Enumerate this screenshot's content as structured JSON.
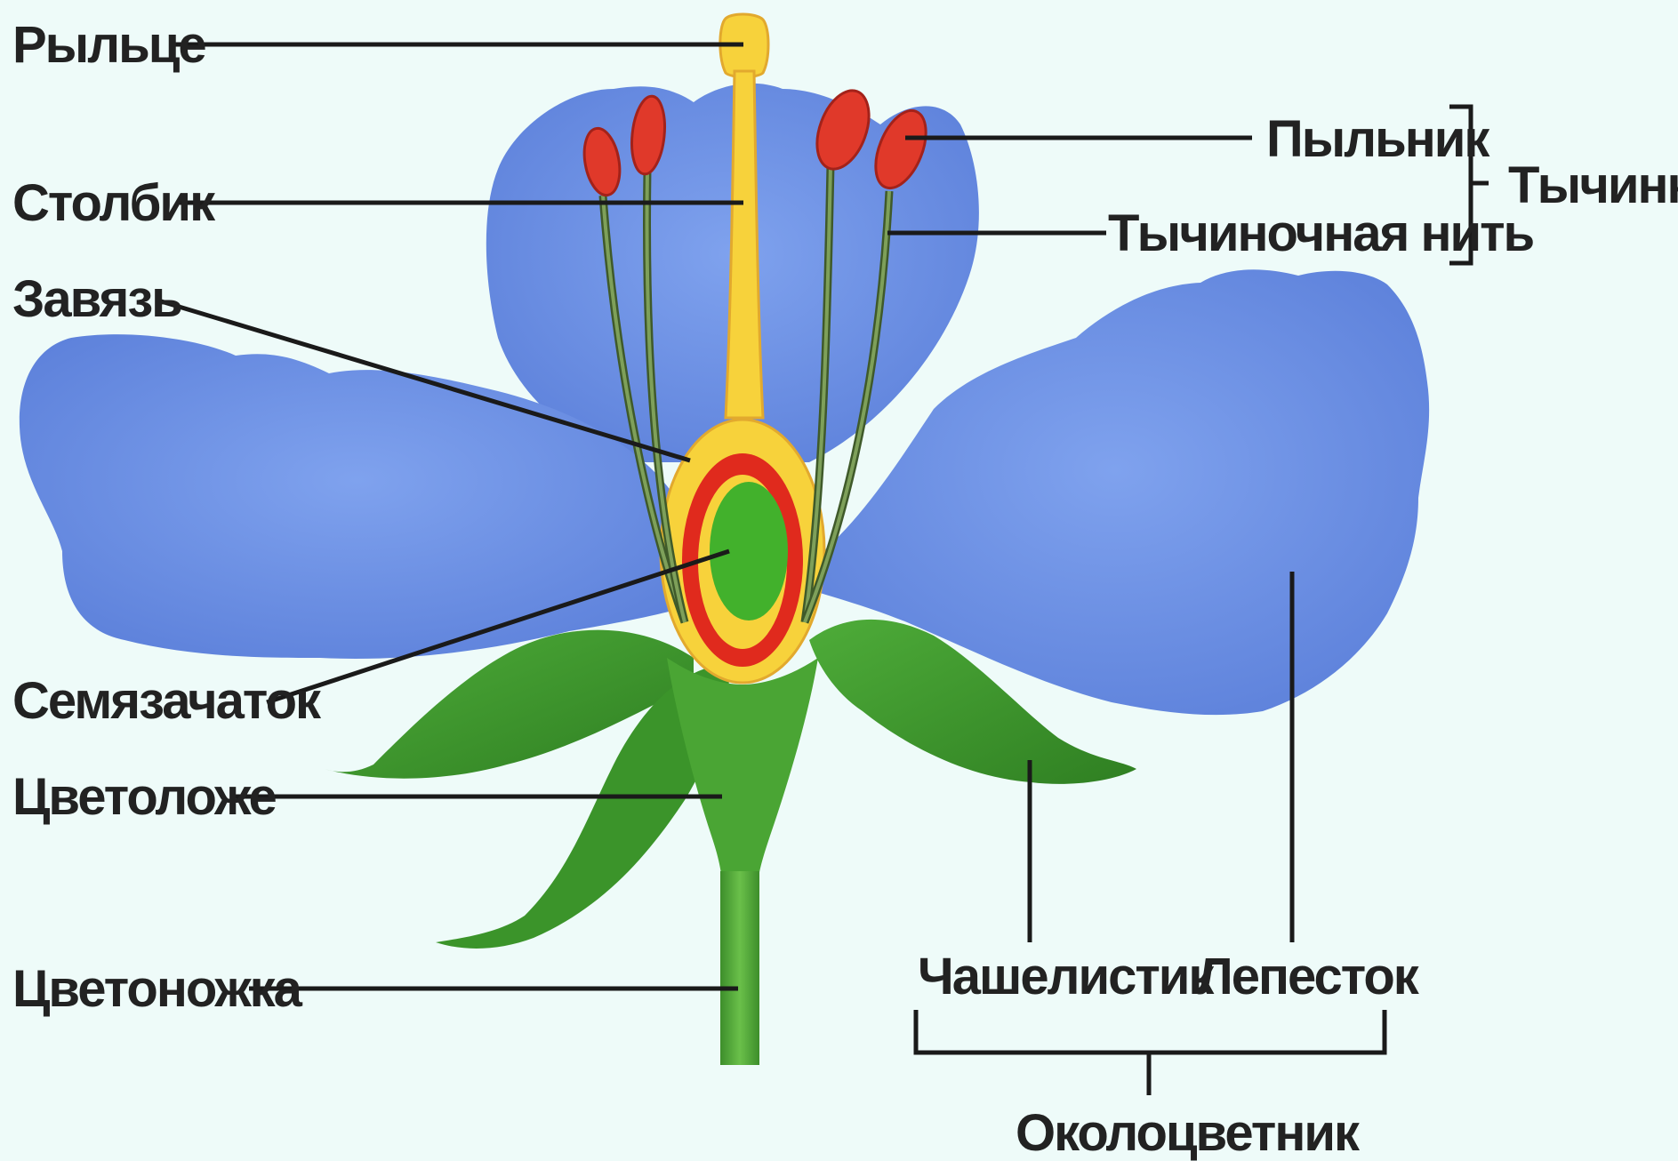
{
  "labels": {
    "stigma": "Рыльце",
    "style": "Столбик",
    "ovary": "Завязь",
    "ovule": "Семязачаток",
    "receptacle": "Цветоложе",
    "pedicel": "Цветоножка",
    "anther": "Пыльник",
    "filament": "Тычиночная нить",
    "stamen": "Тычинка",
    "sepal": "Чашелистик",
    "petal": "Лепесток",
    "perianth": "Околоцветник"
  },
  "colors": {
    "background": "#eefbf9",
    "petal": "#6f93e3",
    "sepal": "#3f9a2e",
    "pistil": "#f7d23b",
    "ovary_wall": "#e02a1d",
    "ovule": "#42b12c",
    "anther": "#e0392a",
    "filament": "#587a3c"
  }
}
